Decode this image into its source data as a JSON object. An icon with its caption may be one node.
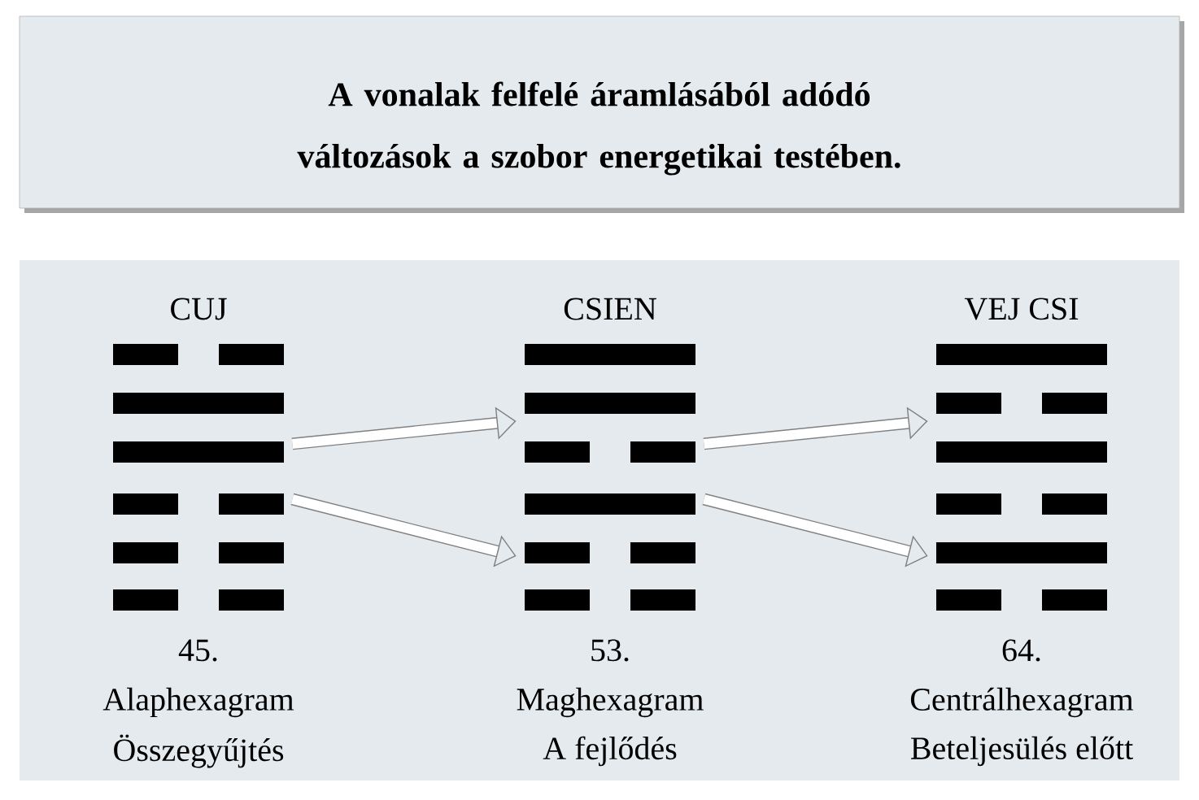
{
  "diagram": {
    "title": "A vonalak felfelé áramlásából adódó változások a szobor energetikai testében.",
    "nodes": [
      {
        "text": [
          "CUJ",
          "45.",
          "Alaphexagram",
          "Összegyűjtés"
        ]
      },
      {
        "text": [
          "CSIEN",
          "53.",
          "Maghexagram",
          "A fejlődés"
        ]
      },
      {
        "text": [
          "VEJ CSI",
          "64.",
          "Centrálhexagram",
          "Beteljesülés előtt"
        ]
      }
    ],
    "edges": [
      {
        "from": 0,
        "to": 1,
        "arrow": "to"
      },
      {
        "from": 0,
        "to": 1,
        "arrow": "to"
      },
      {
        "from": 1,
        "to": 2,
        "arrow": "to"
      },
      {
        "from": 1,
        "to": 2,
        "arrow": "to"
      }
    ]
  }
}
